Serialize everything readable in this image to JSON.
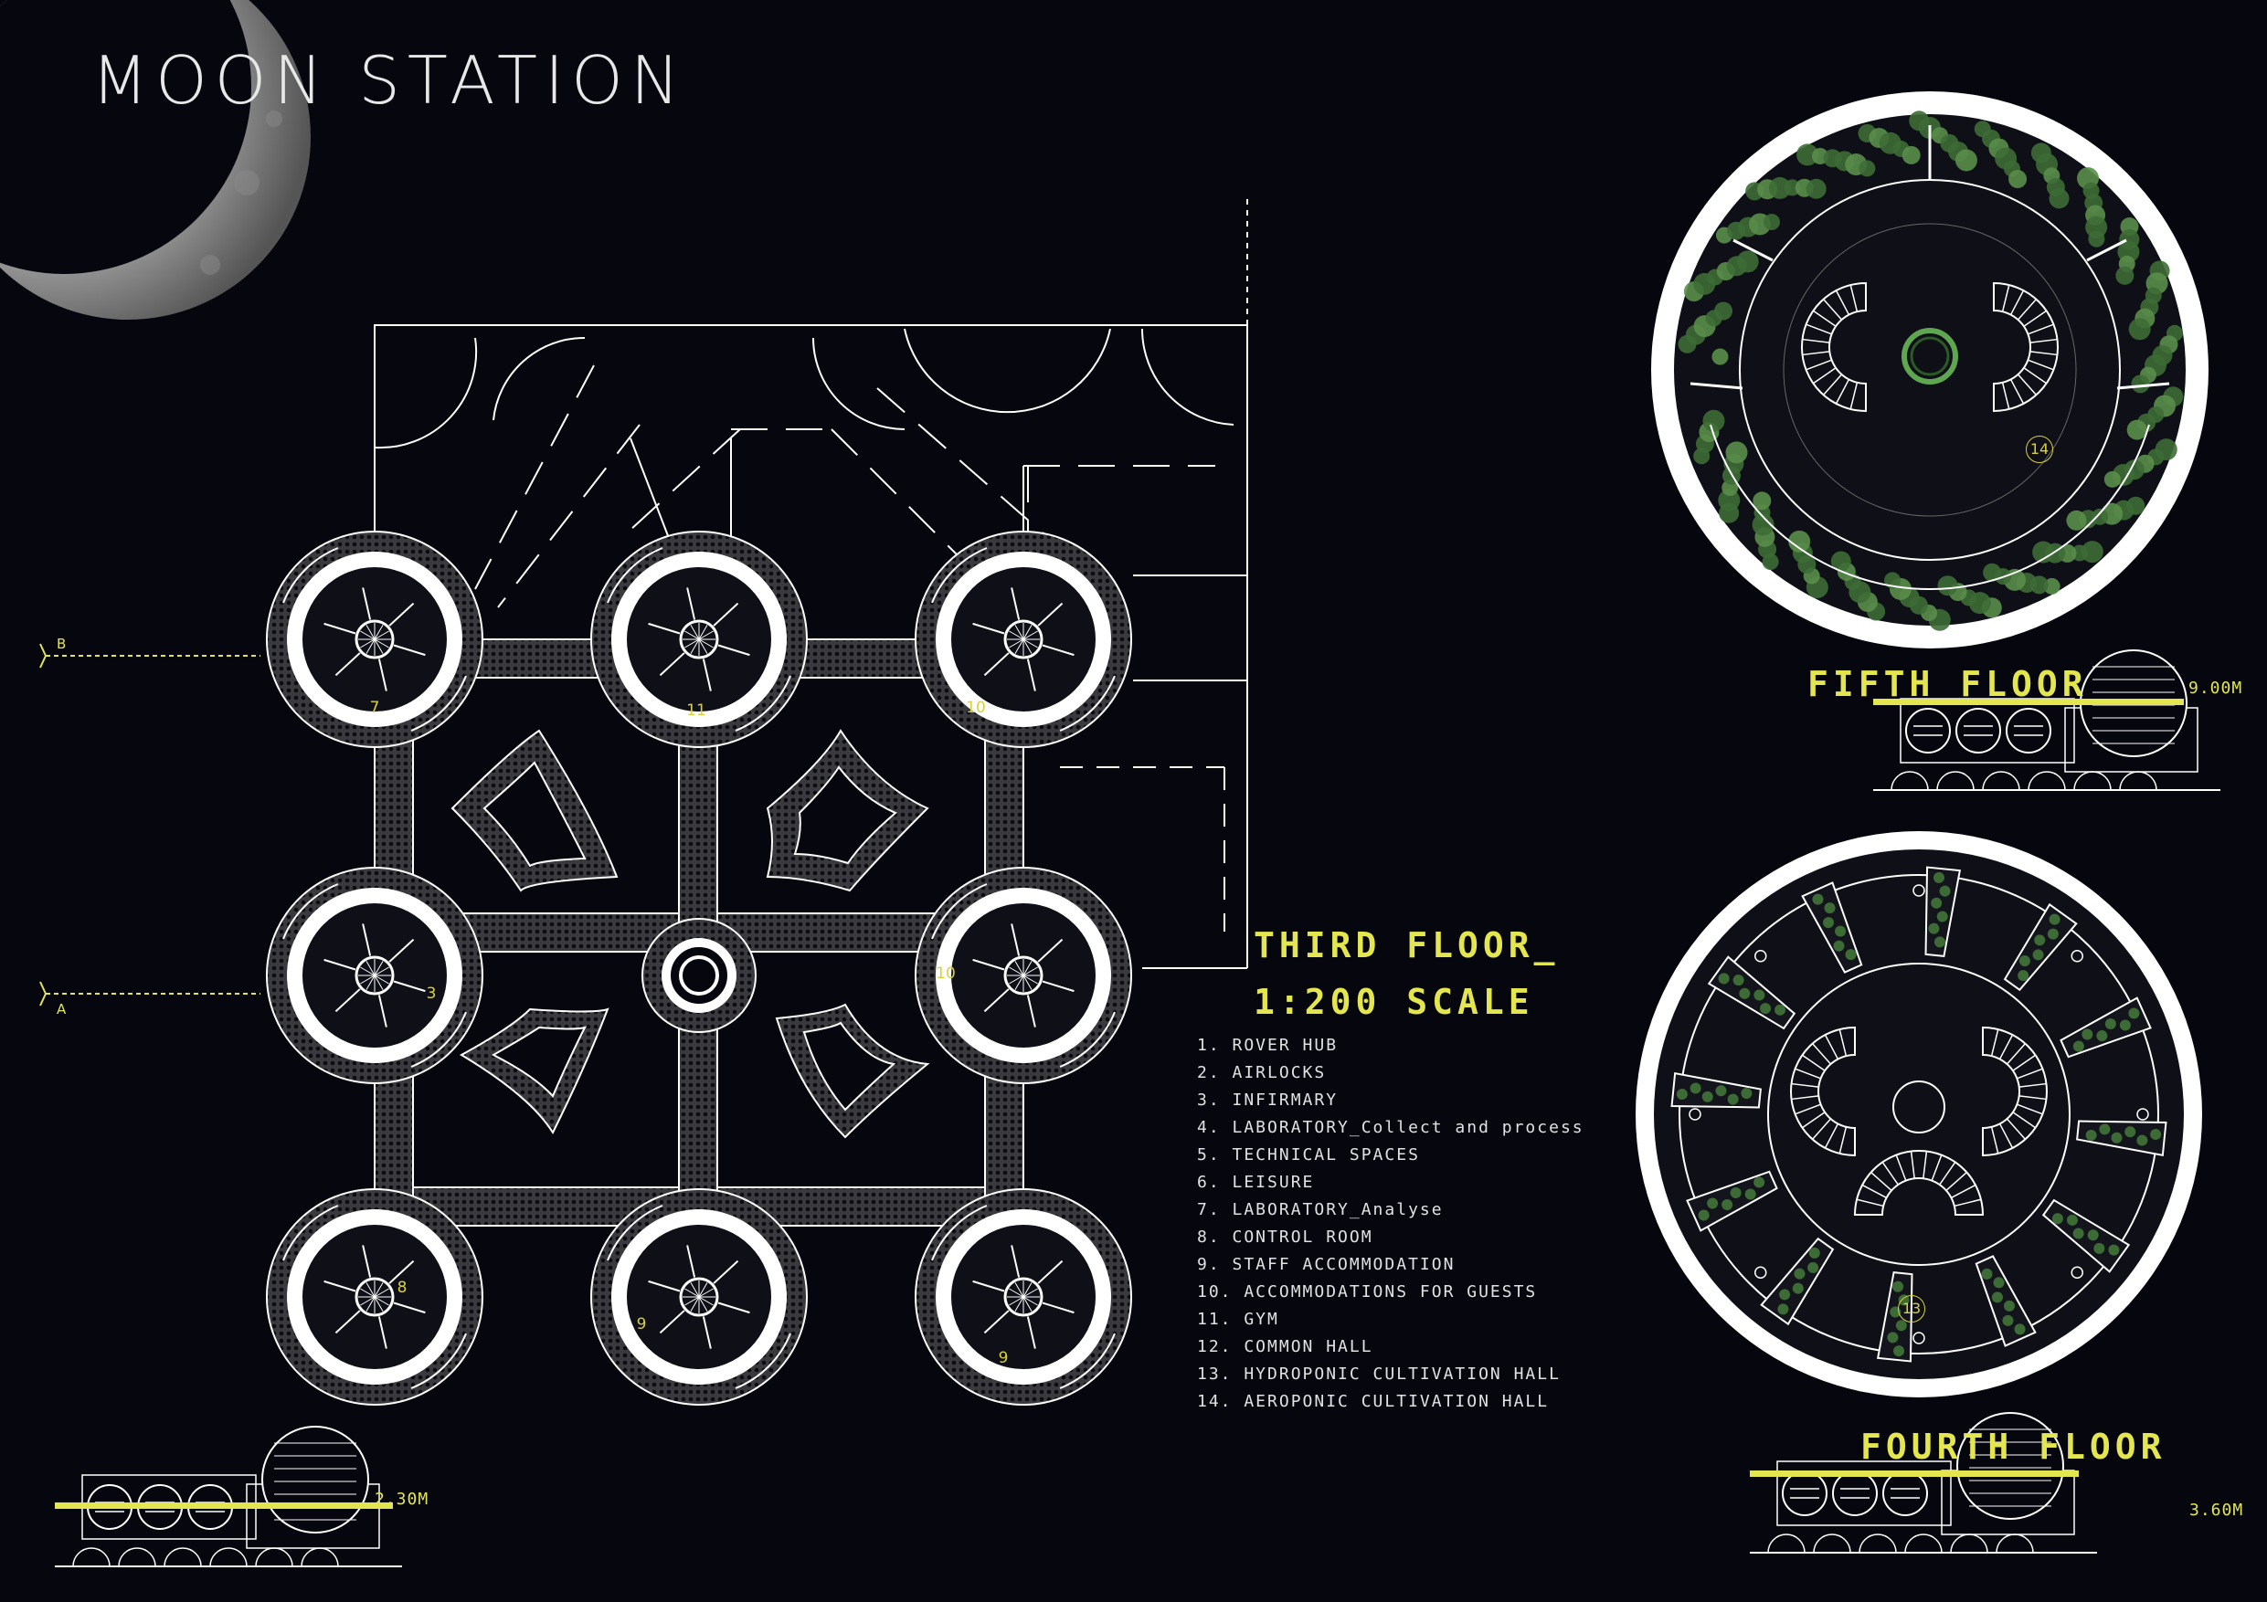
{
  "title": "MOON STATION",
  "third_floor": {
    "title": "THIRD FLOOR_",
    "scale": "1:200 SCALE",
    "level": "2.30M"
  },
  "fifth_floor": {
    "title": "FIFTH FLOOR",
    "level": "9.00M"
  },
  "fourth_floor": {
    "title": "FOURTH FLOOR",
    "level": "3.60M"
  },
  "section_marks": [
    "B",
    "A"
  ],
  "legend": [
    "1.  ROVER HUB",
    "2.  AIRLOCKS",
    "3.  INFIRMARY",
    "4.  LABORATORY_Collect and process",
    "5.  TECHNICAL SPACES",
    "6.  LEISURE",
    "7.  LABORATORY_Analyse",
    "8.  CONTROL ROOM",
    "9.  STAFF ACCOMMODATION",
    "10. ACCOMMODATIONS FOR GUESTS",
    "11. GYM",
    "12. COMMON HALL",
    "13. HYDROPONIC CULTIVATION HALL",
    "14. AEROPONIC CULTIVATION HALL"
  ],
  "room_labels": [
    "7",
    "11",
    "10",
    "3",
    "10",
    "8",
    "9",
    "9"
  ],
  "ring_labels": [
    "14",
    "13"
  ],
  "colors": {
    "background": "#05060e",
    "accent": "#e4e64f",
    "line": "#ffffff",
    "plant": "#3d6b35"
  }
}
